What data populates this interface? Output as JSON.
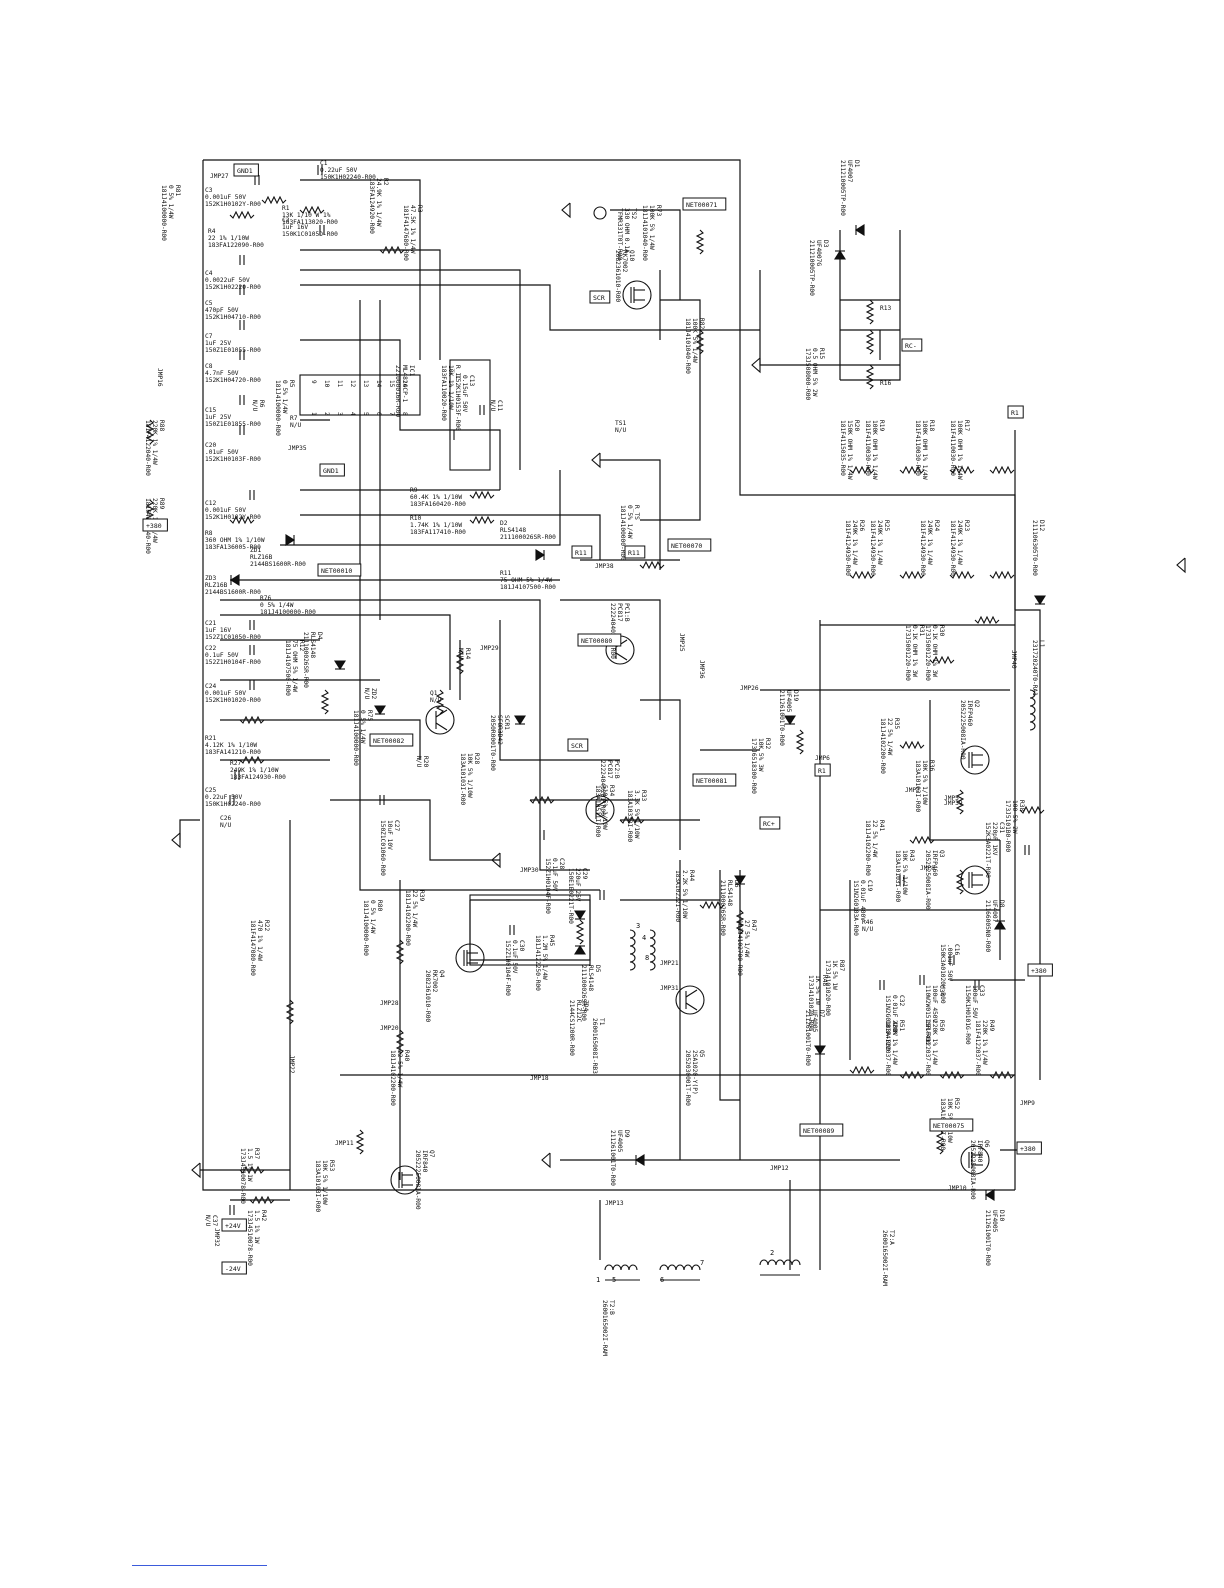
{
  "schematic": {
    "parts": [
      {
        "ref": "JMP27"
      },
      {
        "ref": "C1",
        "value": "0.22uF 50V",
        "pn": "150K1H02240-R00"
      },
      {
        "ref": "C3",
        "value": "0.001uF 50V",
        "pn": "152K1H0102Y-R00"
      },
      {
        "ref": "R4",
        "value": "22 1% 1/10W",
        "pn": "183FA122090-R00"
      },
      {
        "ref": "R1",
        "value": "13K 1/10 W 1%",
        "pn": "183FA113020-R00"
      },
      {
        "ref": "C2",
        "value": "1uF 16V",
        "pn": "150K1C0105D-R00"
      },
      {
        "ref": "R2",
        "value": "24.9K 1% 1/4W",
        "pn": "183FA124920-R00"
      },
      {
        "ref": "R3",
        "value": "47.5K 1% 1/4W",
        "pn": "181F4147680-R00"
      },
      {
        "ref": "R81",
        "value": "0 5% 1/4W",
        "pn": "181J4100000-R00"
      },
      {
        "ref": "C4",
        "value": "0.0022uF 50V",
        "pn": "152K1H02220-R00"
      },
      {
        "ref": "C5",
        "value": "470pF 50V",
        "pn": "152K1H04710-R00"
      },
      {
        "ref": "C7",
        "value": "1uF 25V",
        "pn": "150Z1E01055-R00"
      },
      {
        "ref": "C8",
        "value": "4.7nF 50V",
        "pn": "152K1H04720-R00"
      },
      {
        "ref": "C15",
        "value": "1uF 25V",
        "pn": "150Z1E01855-R00"
      },
      {
        "ref": "C20",
        "value": ".01uF 50V",
        "pn": "152K1H0103F-R00"
      },
      {
        "ref": "R5",
        "value": "0 5% 1/4W",
        "pn": "181J4100000-R00"
      },
      {
        "ref": "R7",
        "value": "N/U"
      },
      {
        "ref": "R6",
        "value": "N/U"
      },
      {
        "ref": "JMP16"
      },
      {
        "ref": "JMP35"
      },
      {
        "ref": "R88",
        "value": "220K 1% 1/4W",
        "pn": "181F4122040-R00"
      },
      {
        "ref": "R89",
        "value": "220K 1% 1/4W",
        "pn": "181F4122040-R00"
      },
      {
        "ref": "IC1",
        "value": "ML4824CP-1",
        "pn": "221000016R-R00"
      },
      {
        "ref": "R_IC",
        "value": "10K 1% 1/10W",
        "pn": "183FA110020-R00"
      },
      {
        "ref": "C13",
        "value": "0.15uF 50V",
        "pn": "152K1H0153F-R00"
      },
      {
        "ref": "C11",
        "value": "N/U"
      },
      {
        "ref": "R9",
        "value": "60.4K 1% 1/10W",
        "pn": "183FA160420-R00"
      },
      {
        "ref": "R10",
        "value": "1.74K 1% 1/10W",
        "pn": "183FA117410-R00"
      },
      {
        "ref": "C12",
        "value": "0.001uF 50V",
        "pn": "152K1H0102Y-R00"
      },
      {
        "ref": "R8",
        "value": "360 OHM 1% 1/10W",
        "pn": "183FA136005-R00"
      },
      {
        "ref": "ZD1",
        "value": "RLZ16B",
        "pn": "2144BS1600R-R00"
      },
      {
        "ref": "ZD3",
        "value": "RLZ16B",
        "pn": "2144BS1600R-R00"
      },
      {
        "ref": "R76",
        "value": "0 5% 1/4W",
        "pn": "181J4100000-R00"
      },
      {
        "ref": "C21",
        "value": "1uF 16V",
        "pn": "152Z1C01050-R00"
      },
      {
        "ref": "C22",
        "value": "0.1uF 50V",
        "pn": "152Z1H0104F-R00"
      },
      {
        "ref": "C24",
        "value": "0.001uF 50V",
        "pn": "152K1H01020-R00"
      },
      {
        "ref": "R21",
        "value": "4.12K 1% 1/10W",
        "pn": "183FA141210-R00"
      },
      {
        "ref": "R27",
        "value": "249K 1% 1/10W",
        "pn": "183FA124930-R00"
      },
      {
        "ref": "C25",
        "value": "0.22uF 50V",
        "pn": "150K1H02240-R00"
      },
      {
        "ref": "C26",
        "value": "N/U"
      },
      {
        "ref": "R12",
        "value": "75 OHM 5% 1/4W",
        "pn": "181J4107500-R00"
      },
      {
        "ref": "D4",
        "value": "RLS4148",
        "pn": "211100026SR-R00"
      },
      {
        "ref": "ZD2",
        "value": "N/U"
      },
      {
        "ref": "R75",
        "value": "0 5% 1/4W",
        "pn": "181J4100000-R00"
      },
      {
        "ref": "Q1",
        "value": "N/U"
      },
      {
        "ref": "R20",
        "value": "N/U"
      },
      {
        "ref": "R14",
        "value": "N/U"
      },
      {
        "ref": "C27",
        "value": "10uF 10V",
        "pn": "150Z1C01060-R00"
      },
      {
        "ref": "JMP29"
      },
      {
        "ref": "R28",
        "value": "10K 5% 1/10W",
        "pn": "183A10103I-R00"
      },
      {
        "ref": "SCR1",
        "value": "SFOR3D42",
        "pn": "2050R0001T0-R00"
      },
      {
        "ref": "D2",
        "value": "RLS4148",
        "pn": "211100026SR-R00"
      },
      {
        "ref": "R11",
        "value": "75 OHM 5% 1/4W",
        "pn": "181J4107500-R00"
      },
      {
        "ref": "JMP38"
      },
      {
        "ref": "TS1",
        "value": "N/U"
      },
      {
        "ref": "R_TS",
        "value": "0 5% 1/4W",
        "pn": "181J4100000-R00"
      },
      {
        "ref": "TS2",
        "value": "330 OHM 0.1A",
        "pn": "TFMR331T0T-R00"
      },
      {
        "ref": "R73",
        "value": "100K 5% 1/4W",
        "pn": "181J4101040-R00"
      },
      {
        "ref": "Q10",
        "value": "RK7002",
        "pn": "2082361010-R00"
      },
      {
        "ref": "R82",
        "value": "100K 5% 1/4W",
        "pn": "181J4101040-R00"
      },
      {
        "ref": "D1",
        "value": "UF4007",
        "pn": "211210005TP-R00"
      },
      {
        "ref": "D3",
        "value": "UF4007G",
        "pn": "211210005TP-R00"
      },
      {
        "ref": "R13"
      },
      {
        "ref": "R15",
        "value": "0.5 OHM 5% 2W",
        "pn": "173J508000-R00"
      },
      {
        "ref": "R16"
      },
      {
        "ref": "PC1:B",
        "value": "PC817",
        "pn": "2222404028I-R00"
      },
      {
        "ref": "JMP25"
      },
      {
        "ref": "JMP36"
      },
      {
        "ref": "R17",
        "value": "100K OHM 1% 1/4W",
        "pn": "181F4110030-R00"
      },
      {
        "ref": "R18",
        "value": "100K OHM 1% 1/4W",
        "pn": "181F4110030-R00"
      },
      {
        "ref": "R19",
        "value": "100K OHM 1% 1/4W",
        "pn": "181F4110030-R00"
      },
      {
        "ref": "R20",
        "value": "150K OHM 1% 1/4W",
        "pn": "181F4115035-R00"
      },
      {
        "ref": "R23",
        "value": "249K 1% 1/4W",
        "pn": "181F4124930-R00"
      },
      {
        "ref": "R24",
        "value": "249K 1% 1/4W",
        "pn": "181F4124930-R00"
      },
      {
        "ref": "R25",
        "value": "249K 1% 1/4W",
        "pn": "181F4124930-R00"
      },
      {
        "ref": "R26",
        "value": "249K 1% 1/4W",
        "pn": "181F4124930-R00"
      },
      {
        "ref": "D12",
        "pn": "211106305T0-R00"
      },
      {
        "ref": "R30",
        "value": "0.1K OHM 1% 3W",
        "pn": "173J5001220-R00"
      },
      {
        "ref": "R31",
        "value": "0.1K OHM 1% 3W",
        "pn": "173J5001220-R00"
      },
      {
        "ref": "JMP40"
      },
      {
        "ref": "L1",
        "pn": "231720240T0-RA1"
      },
      {
        "ref": "JMP26"
      },
      {
        "ref": "D19",
        "value": "UF4005",
        "pn": "211261001T0-R00"
      },
      {
        "ref": "R32",
        "value": "10K 5% 3W",
        "pn": "173J6518300-R00"
      },
      {
        "ref": "R35",
        "value": "22 5% 1/4W",
        "pn": "181J4102200-R00"
      },
      {
        "ref": "Q2",
        "value": "IRFP460",
        "pn": "2052225008IA-R00"
      },
      {
        "ref": "R36",
        "value": "10K 5% 1/10W",
        "pn": "183A10103I-R00"
      },
      {
        "ref": "JMP6"
      },
      {
        "ref": "JMP7"
      },
      {
        "ref": "R38",
        "value": "100 5% 2W",
        "pn": "173J5101B0-R00"
      },
      {
        "ref": "C31",
        "value": "220pF 1KV",
        "pn": "152K3A0221T-R00"
      },
      {
        "ref": "Q3",
        "value": "IRFP460",
        "pn": "2052225008IA-R00"
      },
      {
        "ref": "R43",
        "value": "10K 5% 1/10W",
        "pn": "183A10103I-R00"
      },
      {
        "ref": "R41",
        "value": "22 5% 1/4W",
        "pn": "181J4102200-R00"
      },
      {
        "ref": "JMP5"
      },
      {
        "ref": "JMP39"
      },
      {
        "ref": "JMP8"
      },
      {
        "ref": "D8",
        "value": "UF4007",
        "pn": "21166005N0-R00"
      },
      {
        "ref": "C19",
        "value": "0.01uF 400V",
        "pn": "1S1N2G0103A-R00"
      },
      {
        "ref": "R46",
        "value": "N/U"
      },
      {
        "ref": "C32",
        "value": "0.01uF 400V",
        "pn": "1S1N2G0103A-R00"
      },
      {
        "ref": "C16",
        "value": ".001uF 50V",
        "pn": "150K3A01020H-R00"
      },
      {
        "ref": "C33",
        "value": "100uF 50V",
        "pn": "1150K1H0101G-R00"
      },
      {
        "ref": "C34",
        "value": "100uF 450V",
        "pn": "110W2W0151SR-R00"
      },
      {
        "ref": "R87",
        "value": "1K 5% 1W",
        "pn": "173J4101020-R00"
      },
      {
        "ref": "R48",
        "value": "1K 5% 1W",
        "pn": "173J4101020-R00"
      },
      {
        "ref": "D7",
        "value": "UF4005",
        "pn": "211261001T0-R00"
      },
      {
        "ref": "R49",
        "value": "220K 1% 1/4W",
        "pn": "181F4122037-R00"
      },
      {
        "ref": "R50",
        "value": "220K 1% 1/4W",
        "pn": "181F4122037-R00"
      },
      {
        "ref": "R51",
        "value": "220K 1% 1/4W",
        "pn": "181F4122037-R00"
      },
      {
        "ref": "C28",
        "value": "0.1uF 50V",
        "pn": "152Z1H0104F-R00"
      },
      {
        "ref": "C29",
        "value": "220uF 25V",
        "pn": "150E1E0221T-R00"
      },
      {
        "ref": "R33",
        "value": "3.3K 5% 1/10W",
        "pn": "183A10332I-R00"
      },
      {
        "ref": "R34",
        "value": "510 5% 1/10W",
        "pn": "183A10511I-R00"
      },
      {
        "ref": "PC2:B",
        "value": "PC817",
        "pn": "2222404028I-R00"
      },
      {
        "ref": "JMP30"
      },
      {
        "ref": "C30",
        "value": "0.1uF 50V",
        "pn": "152Z1H0104F-R00"
      },
      {
        "ref": "D5",
        "value": "RLS4148",
        "pn": "211100026SR-R00"
      },
      {
        "ref": "ZD4",
        "value": "RLZ12C",
        "pn": "2144CS1200R-R00"
      },
      {
        "ref": "R45",
        "value": "1.2M 5% 1/4W",
        "pn": "181J4122250-R00"
      },
      {
        "ref": "T1",
        "pn": "2600165008I-RB3"
      },
      {
        "ref": "D6",
        "value": "RLS4148",
        "pn": "211100026SR-R00"
      },
      {
        "ref": "R44",
        "value": "2.2K 5% 1/10W",
        "pn": "183A10222I-R00"
      },
      {
        "ref": "R47",
        "value": "27 5% 1/4W",
        "pn": "181J4102700-R00"
      },
      {
        "ref": "Q5",
        "value": "2SA1020-Y(P)",
        "pn": "2052030001T-R00"
      },
      {
        "ref": "JMP21"
      },
      {
        "ref": "JMP31"
      },
      {
        "ref": "Q4",
        "value": "RK7002",
        "pn": "2082361010-R00"
      },
      {
        "ref": "R39",
        "value": "22 5% 1/4W",
        "pn": "181J4102200-R00"
      },
      {
        "ref": "R80",
        "value": "0 5% 1/4W",
        "pn": "181J4100000-R00"
      },
      {
        "ref": "JMP28"
      },
      {
        "ref": "JMP20"
      },
      {
        "ref": "R40",
        "value": "22 5% 1/4W",
        "pn": "181J4102200-R00"
      },
      {
        "ref": "R22",
        "value": "470 1% 1/4W",
        "pn": "181F4147080-R00"
      },
      {
        "ref": "JMP22"
      },
      {
        "ref": "JMP18"
      },
      {
        "ref": "D9",
        "value": "UF4005",
        "pn": "211261001T0-R00"
      },
      {
        "ref": "JMP12"
      },
      {
        "ref": "JMP11"
      },
      {
        "ref": "R53",
        "value": "10K 5% 1/10W",
        "pn": "183A10103I-R00"
      },
      {
        "ref": "Q7",
        "value": "IRF840",
        "pn": "2052225008IA-R00"
      },
      {
        "ref": "R37",
        "value": "1.5 1% 1W",
        "pn": "173J4510078-R00"
      },
      {
        "ref": "R42",
        "value": "1.5 1% 1W",
        "pn": "173J4510078-R00"
      },
      {
        "ref": "C37",
        "value": "N/U"
      },
      {
        "ref": "JMP32"
      },
      {
        "ref": "JMP13"
      },
      {
        "ref": "T2:B",
        "pn": "2600165002I-RAM"
      },
      {
        "ref": "T2:A",
        "pn": "2600165002I-RAM"
      },
      {
        "ref": "D10",
        "value": "UF4005",
        "pn": "211261001T0-R00"
      },
      {
        "ref": "Q6",
        "value": "IRF840",
        "pn": "2052225008IA-R00"
      },
      {
        "ref": "R52",
        "value": "10K 5% 1/10W",
        "pn": "183A10103I-R00"
      },
      {
        "ref": "JMP9"
      },
      {
        "ref": "JMP10"
      }
    ],
    "flags": {
      "gnd": "GND1",
      "scr": "SCR",
      "r11": "R11",
      "r11b": "R11",
      "r1": "R1",
      "rm": "R1",
      "rc": "RC-",
      "rcplus": "RC+",
      "hv": "+380",
      "p380": "+380",
      "p380b": "+380",
      "m24": "-24V",
      "p24": "+24V",
      "net1": "NET00071",
      "net2": "NET00070",
      "net3": "NET00010",
      "net4": "NET00080",
      "net5": "NET00081",
      "net6": "NET00082",
      "net7": "NET00075",
      "net8": "NET00089"
    },
    "ic_pins": [
      "1",
      "2",
      "3",
      "4",
      "5",
      "6",
      "7",
      "8",
      "9",
      "10",
      "11",
      "12",
      "13",
      "14",
      "15",
      "16"
    ],
    "tr_pins": [
      "1",
      "2",
      "3",
      "4",
      "5",
      "6",
      "7",
      "8"
    ]
  }
}
